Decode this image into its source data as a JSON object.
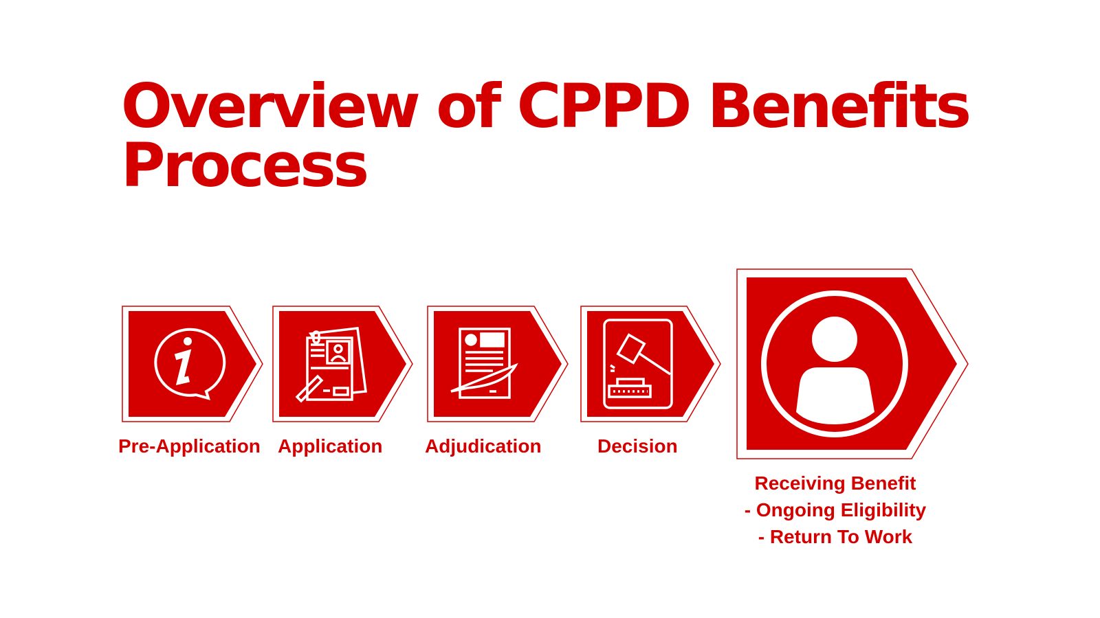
{
  "title": {
    "line1": "Overview of CPPD Benefits",
    "line2": "Process"
  },
  "steps": [
    {
      "label": "Pre-Application",
      "icon": "info-bubble-icon"
    },
    {
      "label": "Application",
      "icon": "application-form-icon"
    },
    {
      "label": "Adjudication",
      "icon": "document-quill-icon"
    },
    {
      "label": "Decision",
      "icon": "gavel-icon"
    },
    {
      "label": "Receiving Benefit",
      "sub": [
        "- Ongoing Eligibility",
        "- Return To Work"
      ],
      "icon": "person-icon"
    }
  ],
  "colors": {
    "accent": "#d40000",
    "background": "#ffffff"
  }
}
